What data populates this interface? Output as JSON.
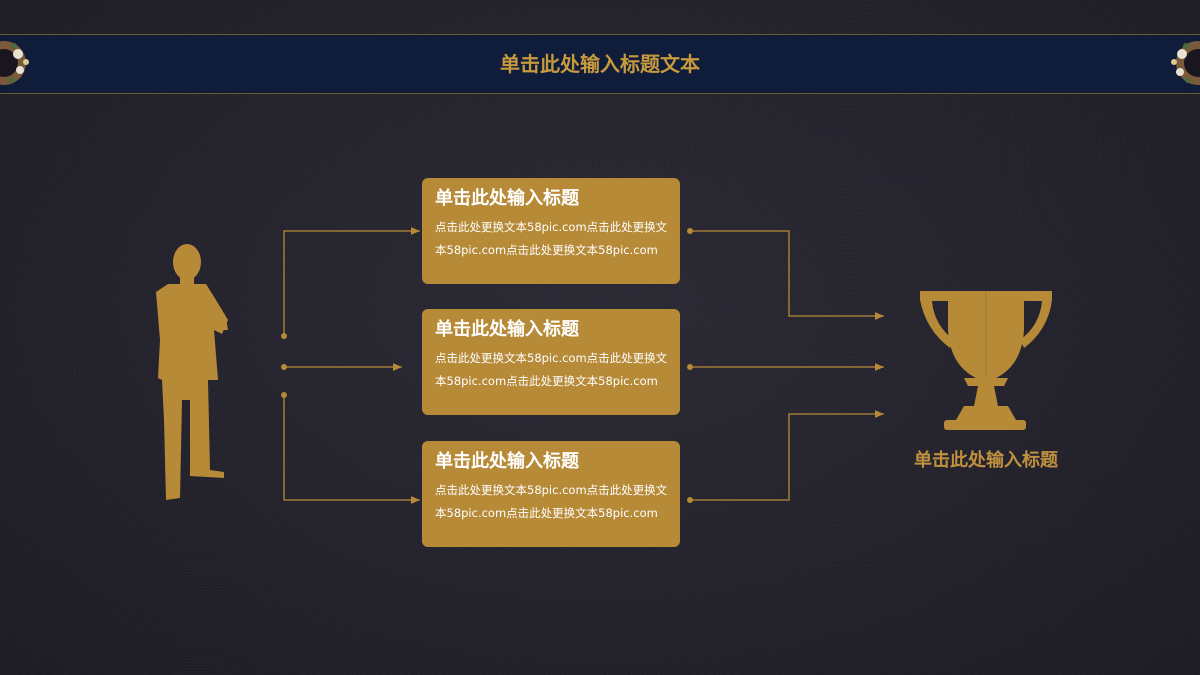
{
  "header": {
    "title": "单击此处输入标题文本",
    "icon": "flower-wreath-icon"
  },
  "boxes": [
    {
      "title": "单击此处输入标题",
      "text": "点击此处更换文本58pic.com点击此处更换文本58pic.com点击此处更换文本58pic.com"
    },
    {
      "title": "单击此处输入标题",
      "text": "点击此处更换文本58pic.com点击此处更换文本58pic.com点击此处更换文本58pic.com"
    },
    {
      "title": "单击此处输入标题",
      "text": "点击此处更换文本58pic.com点击此处更换文本58pic.com点击此处更换文本58pic.com"
    }
  ],
  "trophy": {
    "label": "单击此处输入标题",
    "icon": "trophy-icon"
  },
  "person": {
    "icon": "businessman-silhouette-icon"
  },
  "colors": {
    "background": "#26242e",
    "banner": "#0f1c3a",
    "gold": "#b78a38",
    "gold_text": "#c79a3e",
    "box_text": "#ffffff"
  }
}
